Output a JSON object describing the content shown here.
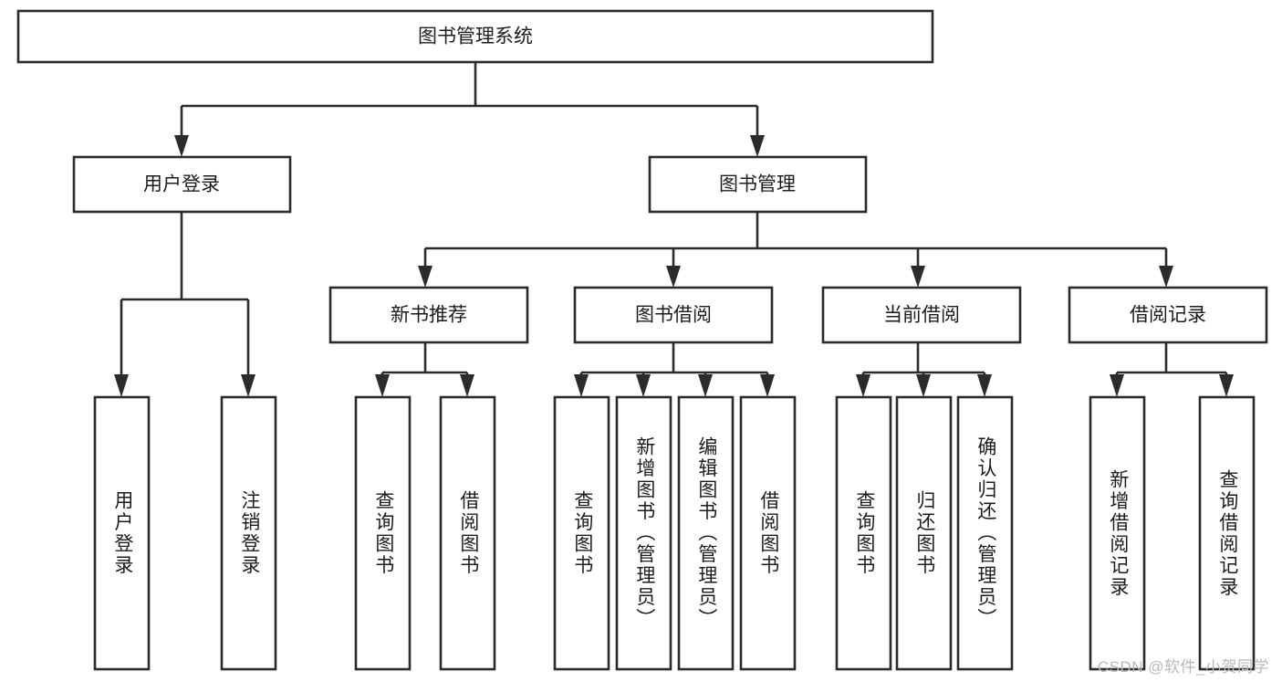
{
  "diagram": {
    "title": "图书管理系统",
    "type": "tree-hierarchy",
    "root": {
      "id": "root",
      "label": "图书管理系统",
      "orientation": "horizontal"
    },
    "level2": [
      {
        "id": "user-login",
        "label": "用户登录",
        "orientation": "horizontal"
      },
      {
        "id": "book-manage",
        "label": "图书管理",
        "orientation": "horizontal"
      }
    ],
    "level3": [
      {
        "id": "new-book-rec",
        "label": "新书推荐",
        "orientation": "horizontal",
        "parent": "book-manage"
      },
      {
        "id": "book-borrow",
        "label": "图书借阅",
        "orientation": "horizontal",
        "parent": "book-manage"
      },
      {
        "id": "current-borrow",
        "label": "当前借阅",
        "orientation": "horizontal",
        "parent": "book-manage"
      },
      {
        "id": "borrow-record",
        "label": "借阅记录",
        "orientation": "horizontal",
        "parent": "book-manage"
      }
    ],
    "leaves": {
      "user_login": [
        {
          "id": "leaf-user-login",
          "label": "用户登录",
          "orientation": "vertical"
        },
        {
          "id": "leaf-logout",
          "label": "注销登录",
          "orientation": "vertical"
        }
      ],
      "new_book_rec": [
        {
          "id": "leaf-query-book-1",
          "label": "查询图书",
          "orientation": "vertical"
        },
        {
          "id": "leaf-borrow-book-1",
          "label": "借阅图书",
          "orientation": "vertical"
        }
      ],
      "book_borrow": [
        {
          "id": "leaf-query-book-2",
          "label": "查询图书",
          "orientation": "vertical"
        },
        {
          "id": "leaf-add-book",
          "label": "新增图书（管理员）",
          "orientation": "vertical"
        },
        {
          "id": "leaf-edit-book",
          "label": "编辑图书（管理员）",
          "orientation": "vertical"
        },
        {
          "id": "leaf-borrow-book-2",
          "label": "借阅图书",
          "orientation": "vertical"
        }
      ],
      "current_borrow": [
        {
          "id": "leaf-query-book-3",
          "label": "查询图书",
          "orientation": "vertical"
        },
        {
          "id": "leaf-return-book",
          "label": "归还图书",
          "orientation": "vertical"
        },
        {
          "id": "leaf-confirm-return",
          "label": "确认归还（管理员）",
          "orientation": "vertical"
        }
      ],
      "borrow_record": [
        {
          "id": "leaf-add-record",
          "label": "新增借阅记录",
          "orientation": "vertical"
        },
        {
          "id": "leaf-query-record",
          "label": "查询借阅记录",
          "orientation": "vertical"
        }
      ]
    },
    "watermark": "CSDN @软件_小贺同学",
    "colors": {
      "stroke": "#2b2b2b",
      "fill": "#ffffff",
      "text": "#1c1c1c",
      "watermark": "#b9b9b9",
      "background": "#ffffff"
    }
  }
}
